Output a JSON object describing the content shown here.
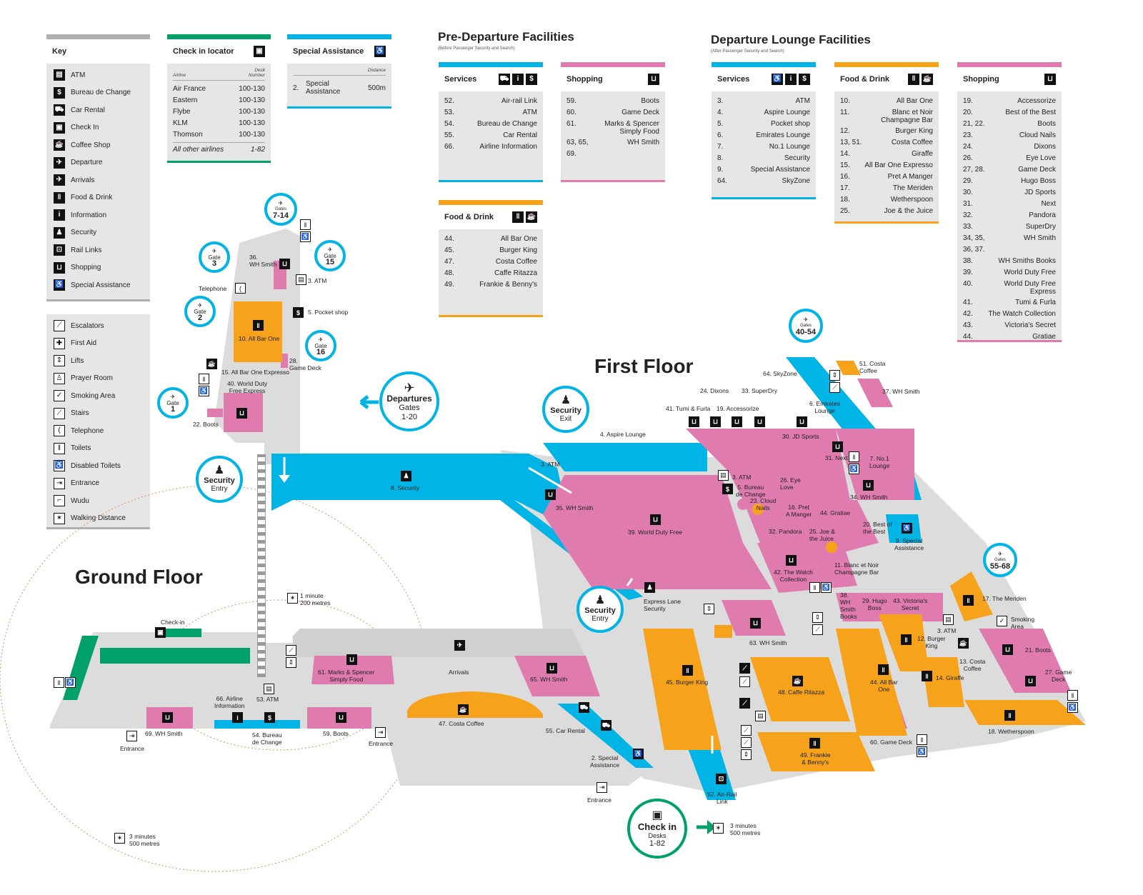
{
  "colors": {
    "grey_bar": "#b0b0b0",
    "green": "#00a06a",
    "blue": "#00b4e6",
    "orange": "#f7a21b",
    "pink": "#e07bb0",
    "floor": "#dcdcdc"
  },
  "key": {
    "title": "Key",
    "items": [
      {
        "icon": "atm-icon",
        "glyph": "▤",
        "label": "ATM"
      },
      {
        "icon": "bureau-de-change-icon",
        "glyph": "$",
        "label": "Bureau de Change"
      },
      {
        "icon": "car-rental-icon",
        "glyph": "⛟",
        "label": "Car Rental"
      },
      {
        "icon": "check-in-icon",
        "glyph": "▣",
        "label": "Check In"
      },
      {
        "icon": "coffee-shop-icon",
        "glyph": "☕",
        "label": "Coffee Shop"
      },
      {
        "icon": "departure-icon",
        "glyph": "✈",
        "label": "Departure"
      },
      {
        "icon": "arrivals-icon",
        "glyph": "✈",
        "label": "Arrivals"
      },
      {
        "icon": "food-drink-icon",
        "glyph": "ǁ",
        "label": "Food & Drink"
      },
      {
        "icon": "information-icon",
        "glyph": "i",
        "label": "Information"
      },
      {
        "icon": "security-icon",
        "glyph": "♟",
        "label": "Security"
      },
      {
        "icon": "rail-links-icon",
        "glyph": "⊡",
        "label": "Rail Links"
      },
      {
        "icon": "shopping-icon",
        "glyph": "⊔",
        "label": "Shopping"
      },
      {
        "icon": "special-assistance-icon",
        "glyph": "♿",
        "label": "Special Assistance"
      }
    ],
    "items2": [
      {
        "icon": "escalators-icon",
        "glyph": "⟋",
        "label": "Escalators"
      },
      {
        "icon": "first-aid-icon",
        "glyph": "✚",
        "label": "First Aid"
      },
      {
        "icon": "lifts-icon",
        "glyph": "⇕",
        "label": "Lifts"
      },
      {
        "icon": "prayer-room-icon",
        "glyph": "♙",
        "label": "Prayer Room"
      },
      {
        "icon": "smoking-area-icon",
        "glyph": "✓",
        "label": "Smoking Area"
      },
      {
        "icon": "stairs-icon",
        "glyph": "⟋",
        "label": "Stairs"
      },
      {
        "icon": "telephone-icon",
        "glyph": "(",
        "label": "Telephone"
      },
      {
        "icon": "toilets-icon",
        "glyph": "ǁ",
        "label": "Toilets"
      },
      {
        "icon": "disabled-toilets-icon",
        "glyph": "♿",
        "label": "Disabled Toilets"
      },
      {
        "icon": "entrance-icon",
        "glyph": "⇥",
        "label": "Entrance"
      },
      {
        "icon": "wudu-icon",
        "glyph": "⌐",
        "label": "Wudu"
      },
      {
        "icon": "walking-distance-icon",
        "glyph": "✶",
        "label": "Walking Distance"
      }
    ]
  },
  "checkin_locator": {
    "title": "Check in locator",
    "col_airline": "Airline",
    "col_desk": "Desk Number",
    "rows": [
      {
        "airline": "Air France",
        "desk": "100-130"
      },
      {
        "airline": "Eastern",
        "desk": "100-130"
      },
      {
        "airline": "Flybe",
        "desk": "100-130"
      },
      {
        "airline": "KLM",
        "desk": "100-130"
      },
      {
        "airline": "Thomson",
        "desk": "100-130"
      }
    ],
    "other": {
      "airline": "All other airlines",
      "desk": "1-82"
    }
  },
  "special_assistance": {
    "title": "Special Assistance",
    "col_distance": "Distance",
    "num": "2.",
    "name": "Special Assistance",
    "distance": "500m"
  },
  "pre_departure": {
    "title": "Pre-Departure Facilities",
    "subtitle": "(Before Passenger Security and Search)",
    "services": {
      "title": "Services",
      "rows": [
        {
          "n": "52.",
          "name": "Air-rail Link"
        },
        {
          "n": "53.",
          "name": "ATM"
        },
        {
          "n": "54.",
          "name": "Bureau de Change"
        },
        {
          "n": "55.",
          "name": "Car Rental"
        },
        {
          "n": "66.",
          "name": "Airline Information"
        }
      ]
    },
    "shopping": {
      "title": "Shopping",
      "rows": [
        {
          "n": "59.",
          "name": "Boots"
        },
        {
          "n": "60.",
          "name": "Game Deck"
        },
        {
          "n": "61.",
          "name": "Marks & Spencer Simply Food"
        },
        {
          "n": "63, 65, 69.",
          "name": "WH Smith"
        }
      ]
    },
    "food": {
      "title": "Food & Drink",
      "rows": [
        {
          "n": "44.",
          "name": "All Bar One"
        },
        {
          "n": "45.",
          "name": "Burger King"
        },
        {
          "n": "47.",
          "name": "Costa Coffee"
        },
        {
          "n": "48.",
          "name": "Caffe Ritazza"
        },
        {
          "n": "49.",
          "name": "Frankie & Benny's"
        }
      ]
    }
  },
  "departure_lounge": {
    "title": "Departure Lounge Facilities",
    "subtitle": "(After Passenger Security and Search)",
    "services": {
      "title": "Services",
      "rows": [
        {
          "n": "3.",
          "name": "ATM"
        },
        {
          "n": "4.",
          "name": "Aspire Lounge"
        },
        {
          "n": "5.",
          "name": "Pocket shop"
        },
        {
          "n": "6.",
          "name": "Emirates Lounge"
        },
        {
          "n": "7.",
          "name": "No.1 Lounge"
        },
        {
          "n": "8.",
          "name": "Security"
        },
        {
          "n": "9.",
          "name": "Special Assistance"
        },
        {
          "n": "64.",
          "name": "SkyZone"
        }
      ]
    },
    "food": {
      "title": "Food & Drink",
      "rows": [
        {
          "n": "10.",
          "name": "All Bar One"
        },
        {
          "n": "11.",
          "name": "Blanc et Noir Champagne Bar"
        },
        {
          "n": "12.",
          "name": "Burger King"
        },
        {
          "n": "13, 51.",
          "name": "Costa Coffee"
        },
        {
          "n": "14.",
          "name": "Giraffe"
        },
        {
          "n": "15.",
          "name": "All Bar One Expresso"
        },
        {
          "n": "16.",
          "name": "Pret A Manger"
        },
        {
          "n": "17.",
          "name": "The Meriden"
        },
        {
          "n": "18.",
          "name": "Wetherspoon"
        },
        {
          "n": "25.",
          "name": "Joe & the Juice"
        }
      ]
    },
    "shopping": {
      "title": "Shopping",
      "rows": [
        {
          "n": "19.",
          "name": "Accessorize"
        },
        {
          "n": "20.",
          "name": "Best of the Best"
        },
        {
          "n": "21, 22.",
          "name": "Boots"
        },
        {
          "n": "23.",
          "name": "Cloud Nails"
        },
        {
          "n": "24.",
          "name": "Dixons"
        },
        {
          "n": "26.",
          "name": "Eye Love"
        },
        {
          "n": "27, 28.",
          "name": "Game Deck"
        },
        {
          "n": "29.",
          "name": "Hugo Boss"
        },
        {
          "n": "30.",
          "name": "JD Sports"
        },
        {
          "n": "31.",
          "name": "Next"
        },
        {
          "n": "32.",
          "name": "Pandora"
        },
        {
          "n": "33.",
          "name": "SuperDry"
        },
        {
          "n": "34, 35, 36, 37.",
          "name": "WH Smith"
        },
        {
          "n": "38.",
          "name": "WH Smiths Books"
        },
        {
          "n": "39.",
          "name": "World Duty Free"
        },
        {
          "n": "40.",
          "name": "World Duty Free Express"
        },
        {
          "n": "41.",
          "name": "Tumi & Furla"
        },
        {
          "n": "42.",
          "name": "The Watch Collection"
        },
        {
          "n": "43.",
          "name": "Victoria's Secret"
        },
        {
          "n": "44.",
          "name": "Gratiae"
        }
      ]
    }
  },
  "map": {
    "first_floor": "First Floor",
    "ground_floor": "Ground Floor",
    "gates": {
      "g714": {
        "top": "Gates",
        "num": "7-14"
      },
      "g3": {
        "top": "Gate",
        "num": "3"
      },
      "g15": {
        "top": "Gate",
        "num": "15"
      },
      "g2": {
        "top": "Gate",
        "num": "2"
      },
      "g16": {
        "top": "Gate",
        "num": "16"
      },
      "g1": {
        "top": "Gate",
        "num": "1"
      },
      "g4054": {
        "top": "Gates",
        "num": "40-54"
      },
      "g5568": {
        "top": "Gates",
        "num": "55-68"
      }
    },
    "departures": {
      "title": "Departures",
      "sub": "Gates",
      "num": "1-20"
    },
    "security_exit": {
      "title": "Security",
      "sub": "Exit"
    },
    "security_entry_left": {
      "title": "Security",
      "sub": "Entry"
    },
    "security_entry_mid": {
      "title": "Security",
      "sub": "Entry"
    },
    "checkin": {
      "title": "Check in",
      "sub": "Desks",
      "num": "1-82"
    },
    "labels": {
      "l36": "36.\nWH Smith",
      "l3atm_top": "3. ATM",
      "telephone": "Telephone",
      "l5pocket": "5. Pocket shop",
      "l10": "10. All Bar One",
      "l28": "28.\nGame Deck",
      "l15": "15. All Bar One Expresso",
      "l40": "40. World Duty\nFree Express",
      "l22": "22. Boots",
      "l8": "8. Security",
      "l4": "4. Aspire Lounge",
      "l3atm": "3. ATM",
      "l35": "35. WH Smith",
      "l39": "39. World Duty Free",
      "l64": "64. SkyZone",
      "l51": "51. Costa\nCoffee",
      "l37": "37. WH Smith",
      "l24": "24. Dixons",
      "l33": "33. SuperDry",
      "l41": "41. Tumi & Furla",
      "l19": "19. Accessorize",
      "l6": "6. Emirates\nLounge",
      "l30": "30. JD Sports",
      "l31": "31. Next",
      "l7": "7. No.1\nLounge",
      "l3atm_b": "3. ATM",
      "l5bdc": "5. Bureau\nde Change",
      "l26": "26. Eye\nLove",
      "l23": "23. Cloud\nNails",
      "l16": "16. Pret\nA Manger",
      "l44g": "44. Gratiae",
      "l34": "34. WH Smith",
      "l32": "32. Pandora",
      "l25": "25. Joe &\nthe Juice",
      "l20": "20. Best of\nthe Best",
      "l9": "9. Special\nAssistance",
      "l42": "42. The Watch\nCollection",
      "l11": "11. Blanc et Noir\nChampagne Bar",
      "l38": "38.\nWH\nSmith\nBooks",
      "l29": "29. Hugo\nBoss",
      "l43": "43. Victoria's\nSecret",
      "l17": "17. The Meriden",
      "smoking": "Smoking\nArea",
      "l3atm_c": "3. ATM",
      "l12": "12. Burger\nKing",
      "l13": "13. Costa\nCoffee",
      "l21": "21. Boots",
      "l14": "14. Giraffe",
      "l27": "27. Game\nDeck",
      "l18": "18. Wetherspoon",
      "l60": "60. Game Deck",
      "l49": "49. Frankie\n& Benny's",
      "l44": "44. All Bar\nOne",
      "l48": "48. Caffe Ritazza",
      "l45": "45. Burger King",
      "l63": "63. WH Smith",
      "express": "Express Lane\nSecurity",
      "l52": "52. Air-Rail\nLink",
      "min200": "1 minute\n200 metres",
      "checkin_desk": "Check-in",
      "l61": "61. Marks & Spencer\nSimply Food",
      "arrivals": "Arrivals",
      "l65": "65. WH Smith",
      "l66": "66. Airline\nInformation",
      "l53": "53. ATM",
      "l69": "69. WH Smith",
      "l54": "54. Bureau\nde Change",
      "l59": "59. Boots",
      "entrance1": "Entrance",
      "entrance2": "Entrance",
      "entrance3": "Entrance",
      "l47": "47. Costa Coffee",
      "l55": "55. Car Rental",
      "l2": "2. Special\nAssistance",
      "min500a": "3 minutes\n500 metres",
      "min500b": "3 minutes\n500 metres"
    }
  }
}
